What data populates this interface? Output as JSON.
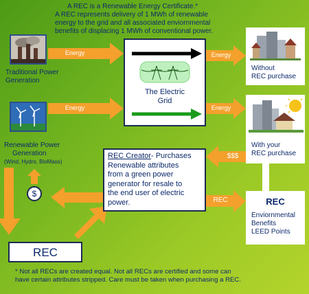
{
  "header": {
    "line1": "A REC is a Renewable Energy Certificate.*",
    "line2": "A REC represents delivery of 1 MWh of renewable",
    "line3": "energy to the grid and all associated enviornmental",
    "line4": "benefits of displacing 1 MWh of conventional power."
  },
  "sources": {
    "traditional_line1": "Traditional Power",
    "traditional_line2": "Generation",
    "renewable_line1": "Renewable Power",
    "renewable_line2": "Generation",
    "renewable_line3": "(Wind, Hydro, BioMass)"
  },
  "arrows": {
    "energy_top_left": "Energy",
    "energy_top_right": "Energy",
    "energy_mid_left": "Energy",
    "energy_mid_right": "Energy",
    "money": "$$$",
    "rec": "REC"
  },
  "grid": {
    "line1": "The Electric",
    "line2": "Grid"
  },
  "outcomes": {
    "without_line1": "Without",
    "without_line2": "REC purchase",
    "with_line1": "With your",
    "with_line2": "REC purchase"
  },
  "creator": {
    "title": "REC Creator",
    "line1_rest": "- Purchases",
    "line2": "Renewable attributes",
    "line3": "from a green power",
    "line4": "generator for resale to",
    "line5": "the end user of electric",
    "line6": "power."
  },
  "rec_benefits": {
    "title": "REC",
    "line1": "Enviornmental",
    "line2": "Benefits",
    "line3": "LEED Points"
  },
  "rec_box": {
    "label": "REC"
  },
  "currency_symbol": "$",
  "footnote": {
    "line1": "* Not all RECs are created equal. Not all RECs are certified and some can",
    "line2": "have certain attributes stripped. Care must be taken when purchasing a REC."
  },
  "colors": {
    "arrow": "#f4a02c",
    "text": "#0d2a6b",
    "black_line": "#000000",
    "green_line": "#1b9b1b",
    "grid_green": "#7fd67f"
  }
}
